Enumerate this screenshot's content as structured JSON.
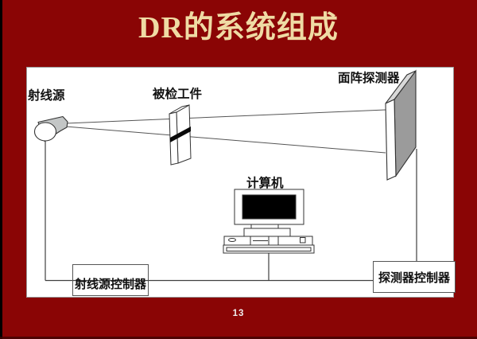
{
  "slide": {
    "title": "DR的系统组成",
    "page_number": "13"
  },
  "diagram": {
    "labels": {
      "ray_source": "射线源",
      "workpiece": "被检工件",
      "detector": "面阵探测器",
      "computer": "计算机"
    },
    "boxes": {
      "ray_source_controller": "射线源控制器",
      "detector_controller": "探测器控制器"
    }
  },
  "colors": {
    "background": "#8a0505",
    "title_text": "#efdba4",
    "panel": "#ffffff",
    "line": "#404040",
    "detector_side": "#9b9b9b",
    "detector_top": "#d9d9d9",
    "source_body": "#c3c6c6",
    "page_number_text": "#efefef"
  }
}
